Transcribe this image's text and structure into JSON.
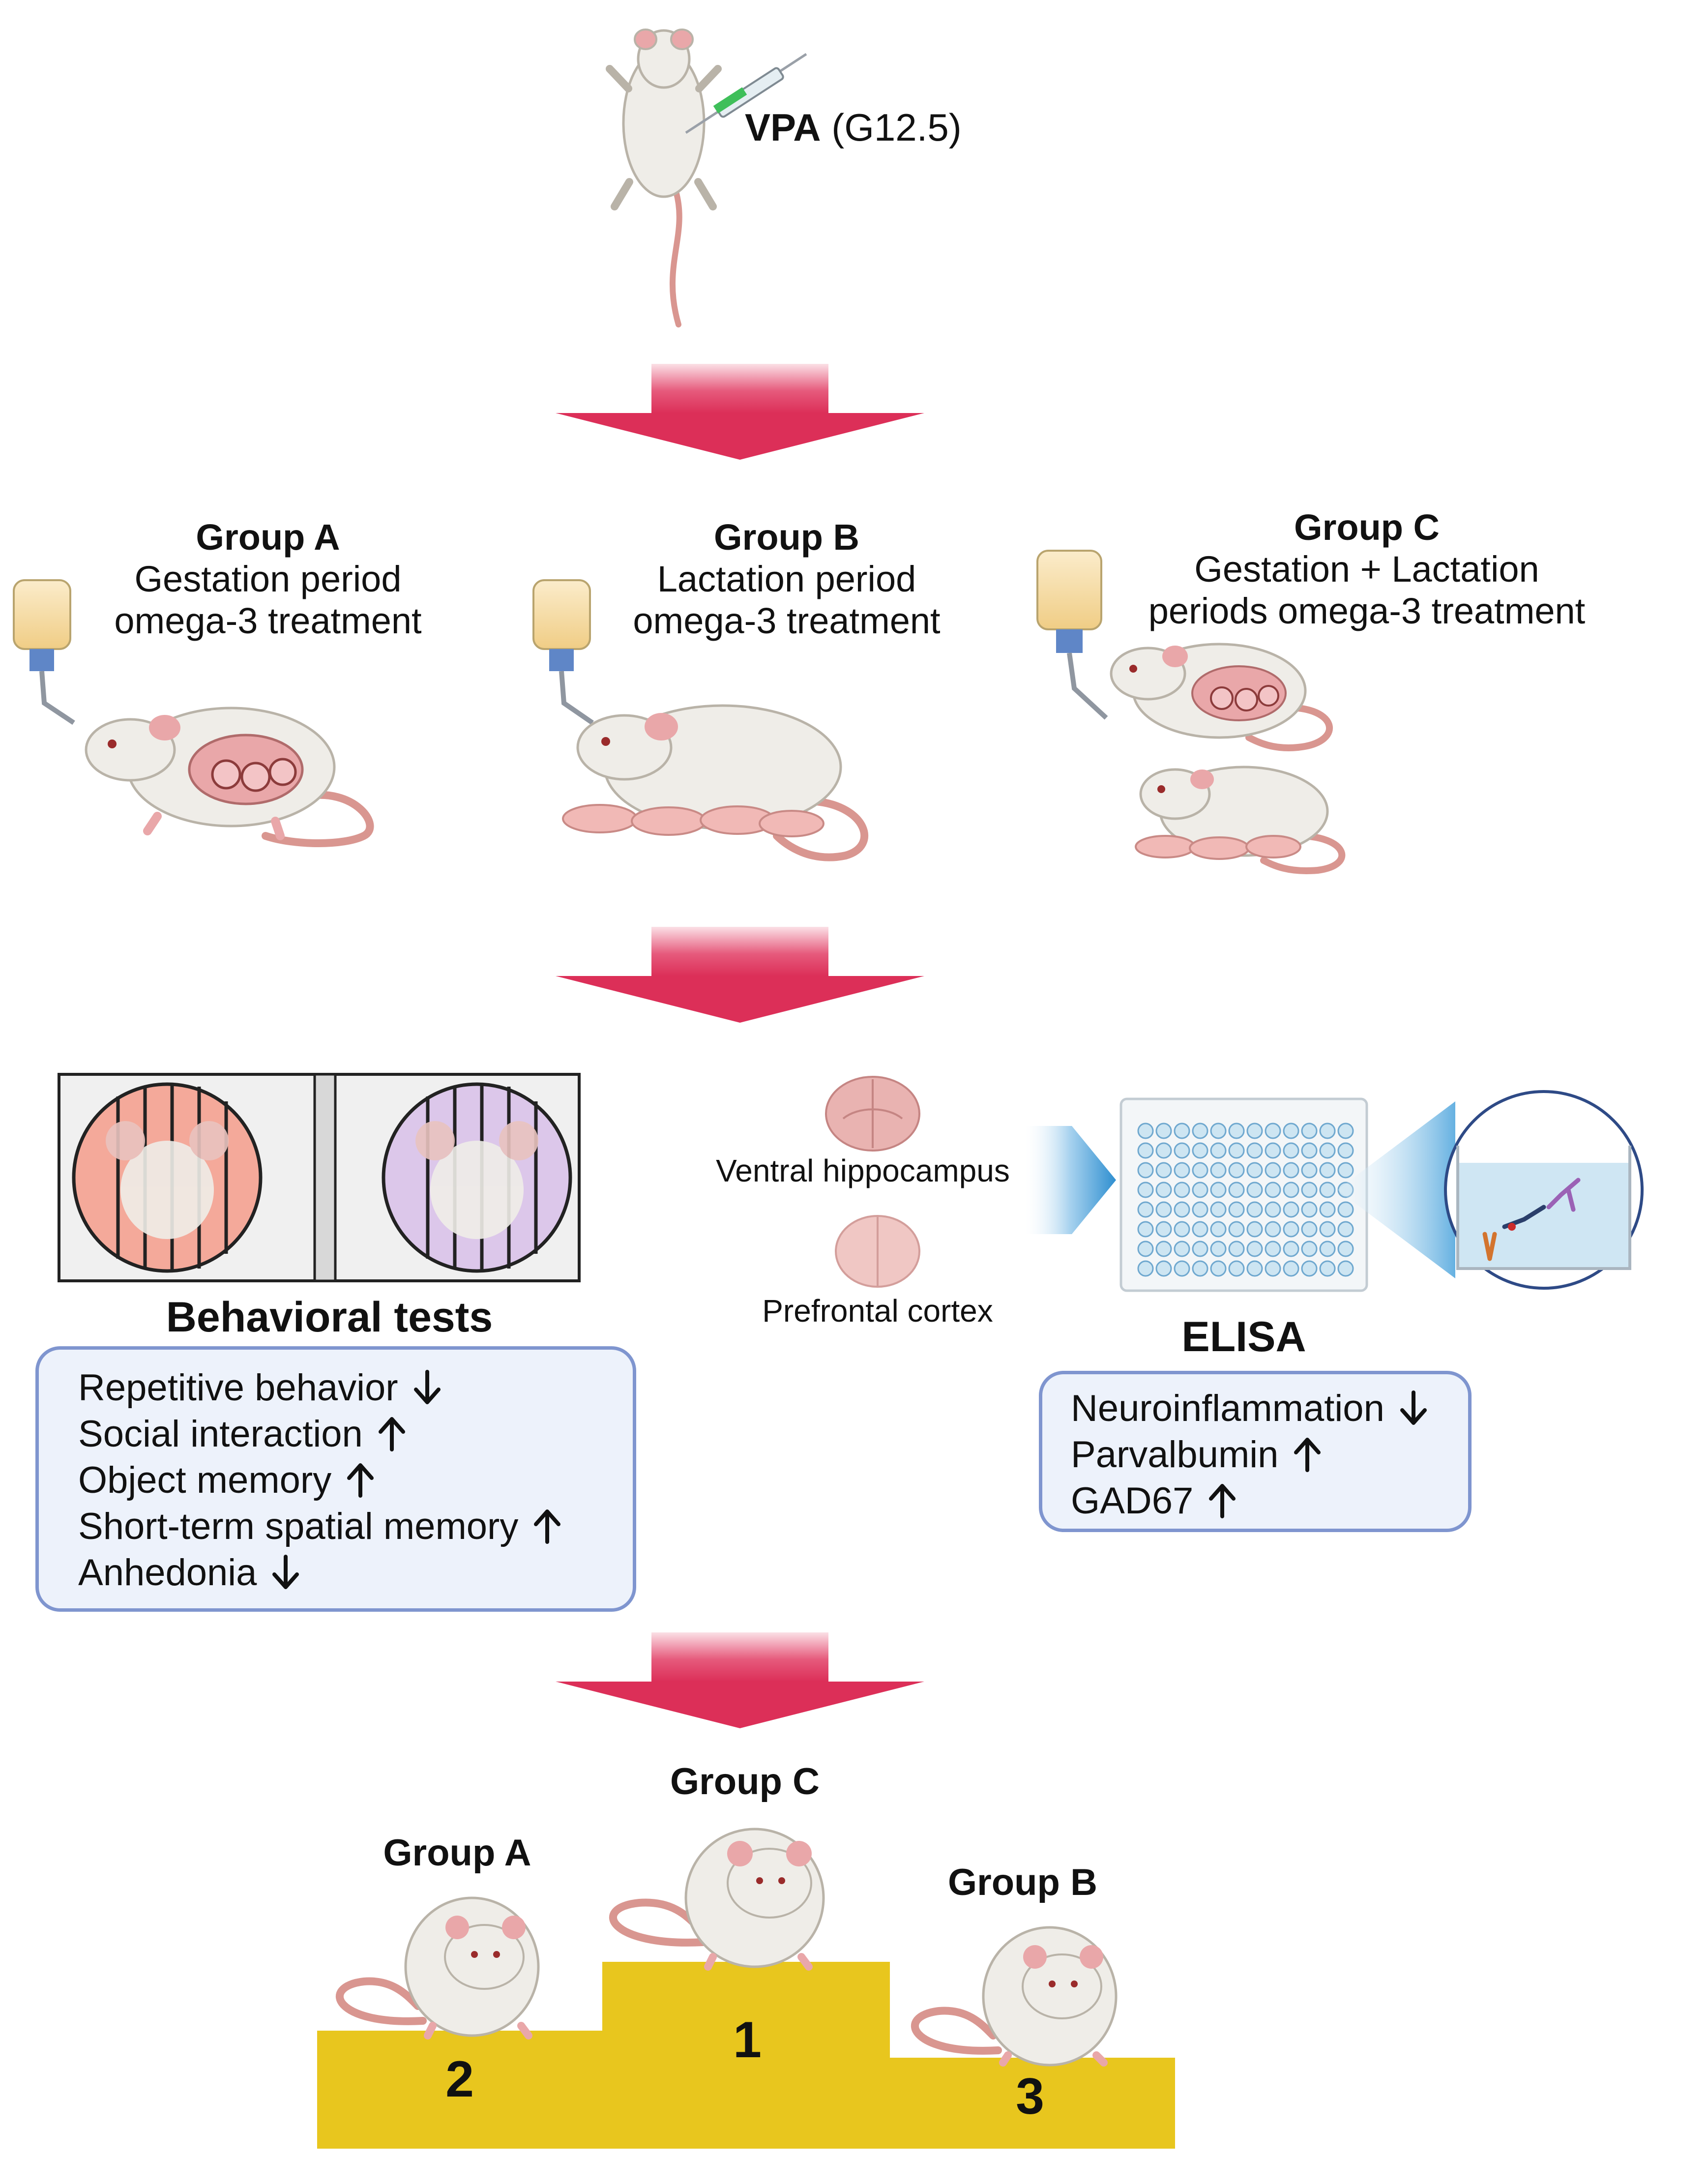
{
  "injection": {
    "agent": "VPA",
    "timing": "(G12.5)"
  },
  "groups": [
    {
      "title": "Group A",
      "line1": "Gestation period",
      "line2": "omega-3 treatment"
    },
    {
      "title": "Group B",
      "line1": "Lactation period",
      "line2": "omega-3 treatment"
    },
    {
      "title": "Group C",
      "line1": "Gestation + Lactation",
      "line2": "periods omega-3 treatment"
    }
  ],
  "brain_regions": [
    "Ventral hippocampus",
    "Prefrontal cortex"
  ],
  "behavioral": {
    "title": "Behavioral tests",
    "results": [
      {
        "label": "Repetitive behavior",
        "direction": "down"
      },
      {
        "label": "Social interaction",
        "direction": "up"
      },
      {
        "label": "Object memory",
        "direction": "up"
      },
      {
        "label": "Short-term spatial memory",
        "direction": "up"
      },
      {
        "label": "Anhedonia",
        "direction": "down"
      }
    ]
  },
  "elisa": {
    "title": "ELISA",
    "results": [
      {
        "label": "Neuroinflammation",
        "direction": "down"
      },
      {
        "label": "Parvalbumin",
        "direction": "up"
      },
      {
        "label": "GAD67",
        "direction": "up"
      }
    ]
  },
  "ranking": [
    {
      "group": "Group C",
      "rank": "1"
    },
    {
      "group": "Group A",
      "rank": "2"
    },
    {
      "group": "Group B",
      "rank": "3"
    }
  ],
  "colors": {
    "flow_arrow": "#e03a63",
    "box_border": "#7f95cf",
    "box_fill": "#edf2fb",
    "podium": "#e8c61e",
    "rat_body": "#efede8",
    "rat_pink": "#e9a7a9",
    "tail": "#d98f8f"
  }
}
